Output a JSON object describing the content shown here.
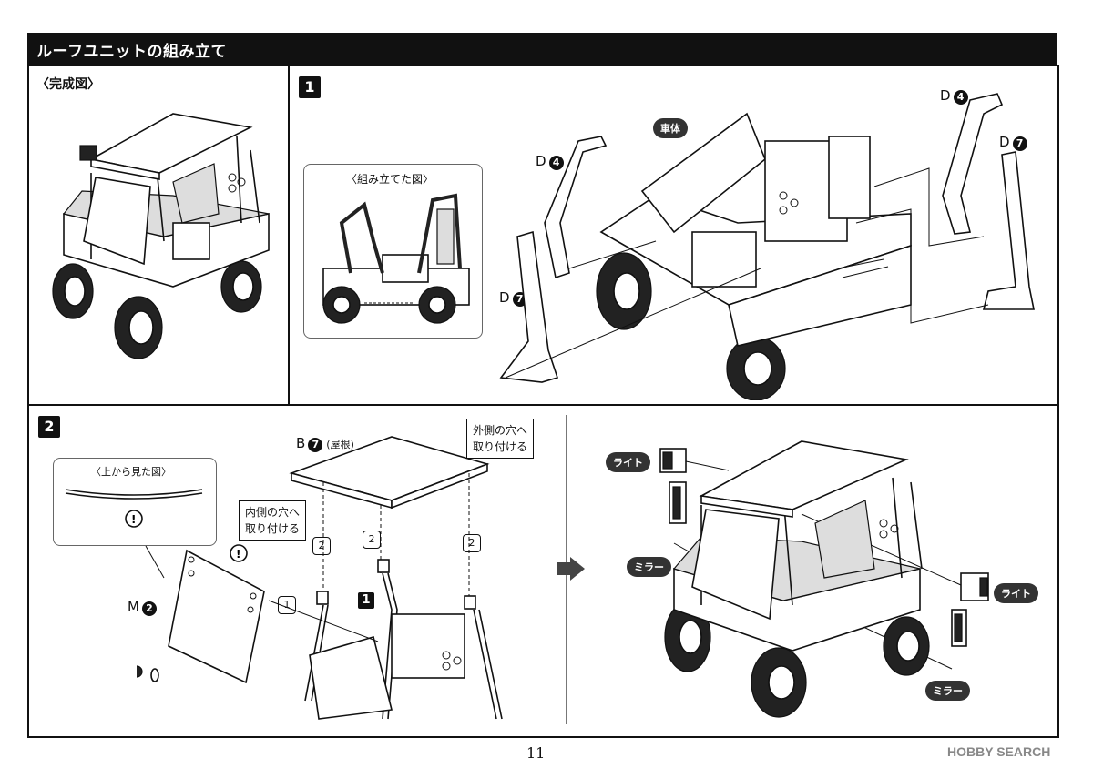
{
  "header": {
    "title": "ルーフユニットの組み立て"
  },
  "complete_view": {
    "label": "〈完成図〉"
  },
  "step1": {
    "number": "1",
    "inset_label": "〈組み立てた図〉",
    "body_label": "車体",
    "parts": [
      {
        "letter": "D",
        "num": "4"
      },
      {
        "letter": "D",
        "num": "7"
      },
      {
        "letter": "D",
        "num": "4"
      },
      {
        "letter": "D",
        "num": "7"
      }
    ]
  },
  "step2": {
    "number": "2",
    "top_view_label": "〈上から見た図〉",
    "roof_part": {
      "letter": "B",
      "num": "7",
      "suffix": "(屋根)"
    },
    "m_part": {
      "letter": "M",
      "num": "2"
    },
    "outer_callout": [
      "外側の穴へ",
      "取り付ける"
    ],
    "inner_callout": [
      "内側の穴へ",
      "取り付ける"
    ],
    "order_marks": [
      "1",
      "2",
      "2",
      "2"
    ],
    "ref_step": "1",
    "light_label": "ライト",
    "mirror_label": "ミラー"
  },
  "footer": {
    "page_number": "11",
    "watermark": "HOBBY SEARCH"
  }
}
